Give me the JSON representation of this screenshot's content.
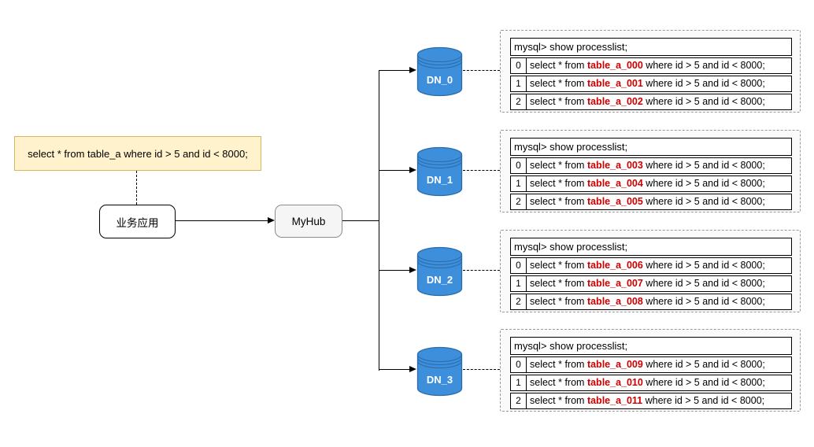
{
  "note": {
    "text": "select * from table_a where id > 5 and id < 8000;"
  },
  "nodes": {
    "app": {
      "label": "业务应用"
    },
    "hub": {
      "label": "MyHub"
    }
  },
  "datanodes": [
    {
      "label": "DN_0"
    },
    {
      "label": "DN_1"
    },
    {
      "label": "DN_2"
    },
    {
      "label": "DN_3"
    }
  ],
  "panels": [
    {
      "header": "mysql> show processlist;",
      "rows": [
        {
          "id": "0",
          "prefix": "select * from ",
          "table": "table_a_000",
          "suffix": " where id > 5 and id < 8000;"
        },
        {
          "id": "1",
          "prefix": "select * from ",
          "table": "table_a_001",
          "suffix": " where id > 5 and id < 8000;"
        },
        {
          "id": "2",
          "prefix": "select * from ",
          "table": "table_a_002",
          "suffix": " where id > 5 and id < 8000;"
        }
      ]
    },
    {
      "header": "mysql> show processlist;",
      "rows": [
        {
          "id": "0",
          "prefix": "select * from ",
          "table": "table_a_003",
          "suffix": " where id > 5 and id < 8000;"
        },
        {
          "id": "1",
          "prefix": "select * from ",
          "table": "table_a_004",
          "suffix": " where id > 5 and id < 8000;"
        },
        {
          "id": "2",
          "prefix": "select * from ",
          "table": "table_a_005",
          "suffix": " where id > 5 and id < 8000;"
        }
      ]
    },
    {
      "header": "mysql> show processlist;",
      "rows": [
        {
          "id": "0",
          "prefix": "select * from ",
          "table": "table_a_006",
          "suffix": " where id > 5 and id < 8000;"
        },
        {
          "id": "1",
          "prefix": "select * from ",
          "table": "table_a_007",
          "suffix": " where id > 5 and id < 8000;"
        },
        {
          "id": "2",
          "prefix": "select * from ",
          "table": "table_a_008",
          "suffix": " where id > 5 and id < 8000;"
        }
      ]
    },
    {
      "header": "mysql> show processlist;",
      "rows": [
        {
          "id": "0",
          "prefix": "select * from ",
          "table": "table_a_009",
          "suffix": " where id > 5 and id < 8000;"
        },
        {
          "id": "1",
          "prefix": "select * from ",
          "table": "table_a_010",
          "suffix": " where id > 5 and id < 8000;"
        },
        {
          "id": "2",
          "prefix": "select * from ",
          "table": "table_a_011",
          "suffix": " where id > 5 and id < 8000;"
        }
      ]
    }
  ],
  "colors": {
    "note_fill": "#FFF2CC",
    "note_border": "#D6B656",
    "hub_fill": "#F5F5F5",
    "cylinder_fill": "#3D8FDC",
    "cylinder_border": "#2A6BA8",
    "table_name_red": "#CC0000",
    "panel_border": "#999999",
    "line_color": "#000000"
  }
}
